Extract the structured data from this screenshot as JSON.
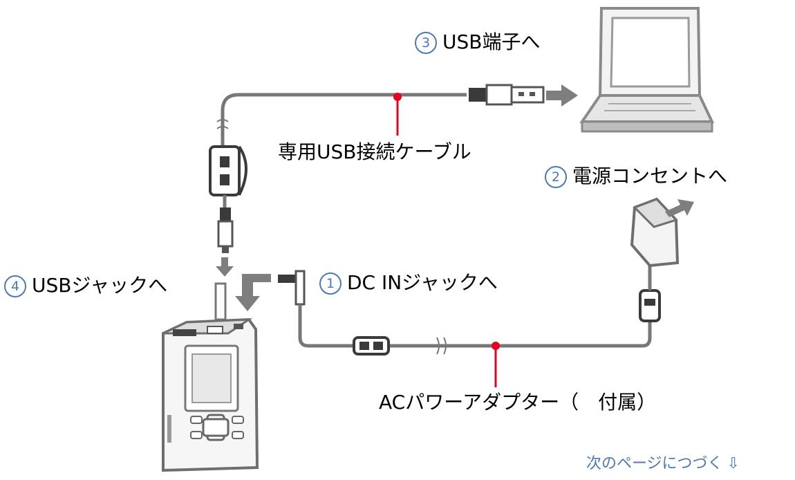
{
  "labels": {
    "usb_port": {
      "num": "3",
      "text": "USB端子へ"
    },
    "usb_cable": {
      "text": "専用USB接続ケーブル"
    },
    "power_outlet": {
      "num": "2",
      "text": "電源コンセントへ"
    },
    "dc_in": {
      "num": "1",
      "text": "DC INジャックへ"
    },
    "usb_jack": {
      "num": "4",
      "text": "USBジャックへ"
    },
    "ac_adapter": {
      "text": "ACパワーアダプター（　付属）"
    }
  },
  "footer": {
    "next_page": "次のページにつづく",
    "arrow_glyph": "⇩"
  },
  "colors": {
    "cable": "#777777",
    "device_gray": "#9a9a9a",
    "pointer_red": "#e8001c",
    "accent_blue": "#4a78b8"
  }
}
